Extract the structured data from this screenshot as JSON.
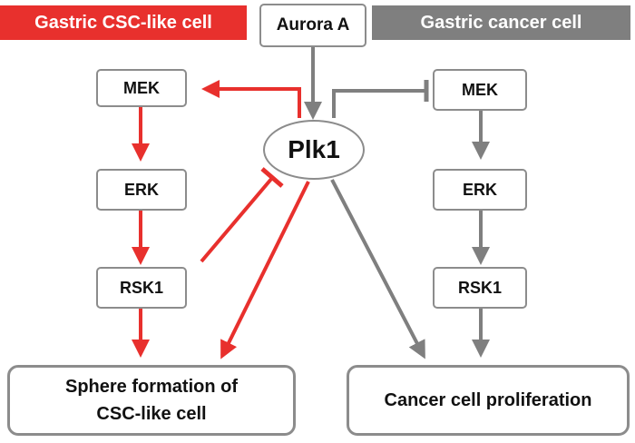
{
  "banners": {
    "left": "Gastric CSC-like cell",
    "right": "Gastric cancer cell"
  },
  "top_node": "Aurora A",
  "center_node": "Plk1",
  "left_pathway": [
    "MEK",
    "ERK",
    "RSK1"
  ],
  "right_pathway": [
    "MEK",
    "ERK",
    "RSK1"
  ],
  "outcomes": {
    "left": "Sphere formation of CSC-like cell",
    "right": "Cancer cell proliferation"
  },
  "colors": {
    "csc_arrow": "#e8302d",
    "cancer_arrow": "#7f7f7f",
    "left_banner": "#e8302d",
    "right_banner": "#7f7f7f",
    "box_border": "#8c8c8c"
  }
}
